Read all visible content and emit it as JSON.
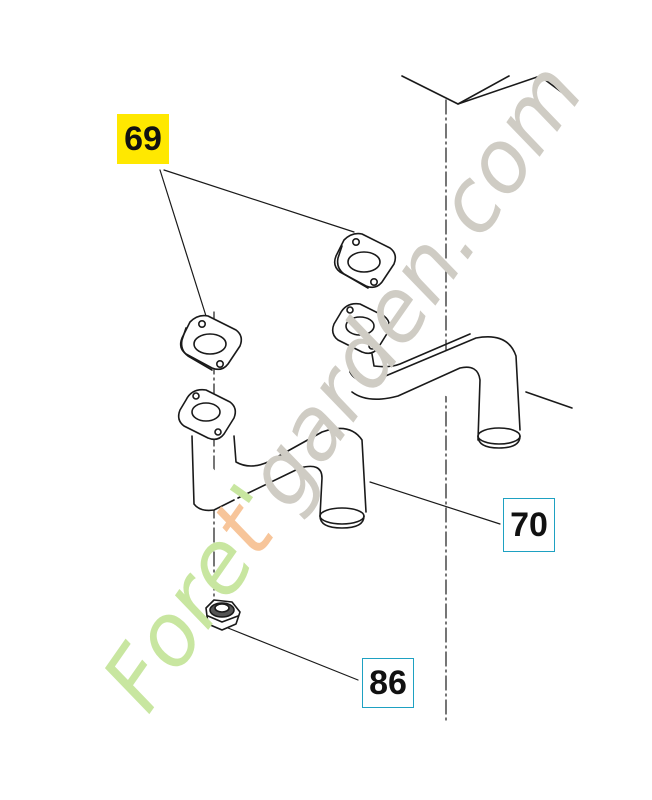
{
  "callouts": {
    "part_69": {
      "label": "69",
      "highlight_color": "#ffe800"
    },
    "part_70": {
      "label": "70",
      "border_color": "#1ea1c2"
    },
    "part_86": {
      "label": "86",
      "border_color": "#1ea1c2"
    }
  },
  "watermark": {
    "text_green_1": "Fore",
    "text_orange": "t",
    "text_green_2": "'",
    "text_gray": "garden.com",
    "colors": {
      "green": "#c8e6a0",
      "orange": "#f7c59a",
      "gray": "#cfccc4"
    }
  }
}
